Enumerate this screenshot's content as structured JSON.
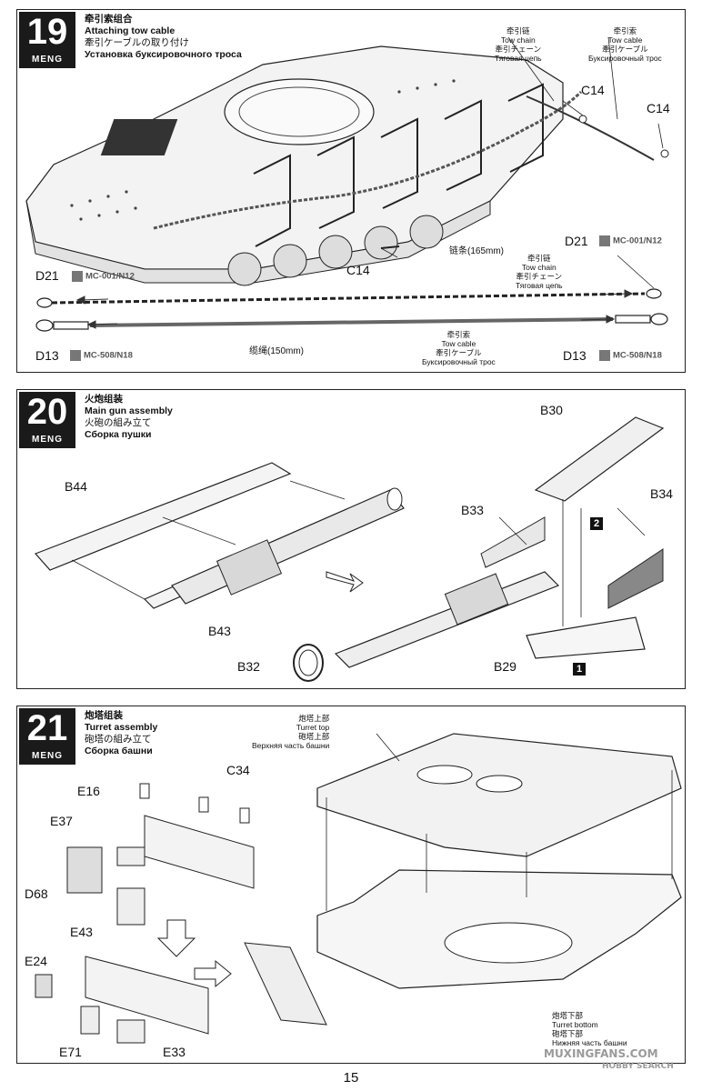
{
  "page_number": "15",
  "brand": "MENG",
  "steps": [
    {
      "number": "19",
      "title_zh": "牵引索组合",
      "title_en": "Attaching tow cable",
      "title_jp": "牽引ケーブルの取り付け",
      "title_ru": "Установка буксировочного троса",
      "labels": {
        "c14_a": "C14",
        "c14_b": "C14",
        "c14_c": "C14",
        "d21_left": "D21",
        "d21_right": "D21",
        "d13_left": "D13",
        "d13_right": "D13",
        "chain_len": "链条(165mm)",
        "cable_len": "缆绳(150mm)"
      },
      "paints": {
        "mc001": "MC-001/N12",
        "mc508": "MC-508/N18"
      },
      "tow_chain": {
        "zh": "牵引链",
        "en": "Tow chain",
        "jp": "牽引チェーン",
        "ru": "Тяговая цепь"
      },
      "tow_cable": {
        "zh": "牵引索",
        "en": "Tow cable",
        "jp": "牽引ケーブル",
        "ru": "Буксировочный трос"
      }
    },
    {
      "number": "20",
      "title_zh": "火炮组装",
      "title_en": "Main gun assembly",
      "title_jp": "火砲の組み立て",
      "title_ru": "Сборка пушки",
      "labels": {
        "b44": "B44",
        "b43": "B43",
        "b32": "B32",
        "b30": "B30",
        "b33": "B33",
        "b34": "B34",
        "b29": "B29",
        "box1": "1",
        "box2": "2"
      }
    },
    {
      "number": "21",
      "title_zh": "炮塔组装",
      "title_en": "Turret assembly",
      "title_jp": "砲塔の組み立て",
      "title_ru": "Сборка башни",
      "labels": {
        "c34": "C34",
        "e16": "E16",
        "e37": "E37",
        "d68": "D68",
        "e43": "E43",
        "e24": "E24",
        "e71": "E71",
        "e33": "E33"
      },
      "turret_top": {
        "zh": "炮塔上部",
        "en": "Turret top",
        "jp": "砲塔上部",
        "ru": "Верхняя часть башни"
      },
      "turret_bottom": {
        "zh": "炮塔下部",
        "en": "Turret bottom",
        "jp": "砲塔下部",
        "ru": "Нижняя часть башни"
      }
    }
  ],
  "watermark": {
    "site": "MUXINGFANS.COM",
    "hobby": "HOBBY SEARCH"
  }
}
